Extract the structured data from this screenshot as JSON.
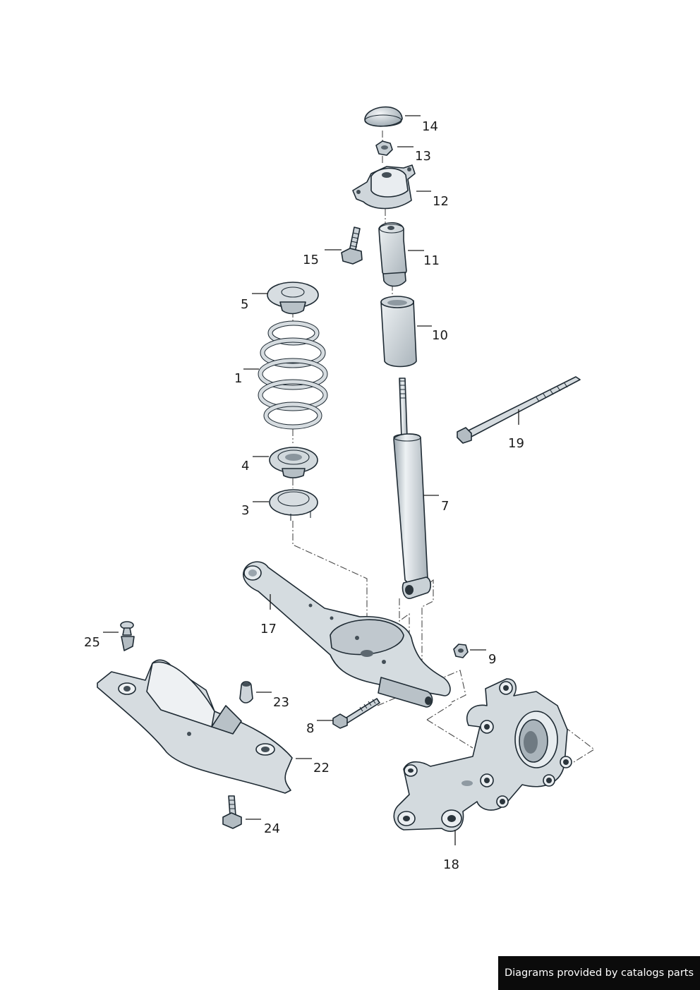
{
  "credit": "Diagrams provided by catalogs parts",
  "colors": {
    "part_fill": "#d9dfe3",
    "part_shade": "#b9c2c8",
    "part_dark": "#8f9aa2",
    "outline": "#1e2a33",
    "credit_bg": "#0b0b0b"
  },
  "callouts": {
    "n1": "1",
    "n3": "3",
    "n4": "4",
    "n5": "5",
    "n7": "7",
    "n8": "8",
    "n9": "9",
    "n10": "10",
    "n11": "11",
    "n12": "12",
    "n13": "13",
    "n14": "14",
    "n15": "15",
    "n17": "17",
    "n18": "18",
    "n19": "19",
    "n22": "22",
    "n23": "23",
    "n24": "24",
    "n25": "25"
  }
}
